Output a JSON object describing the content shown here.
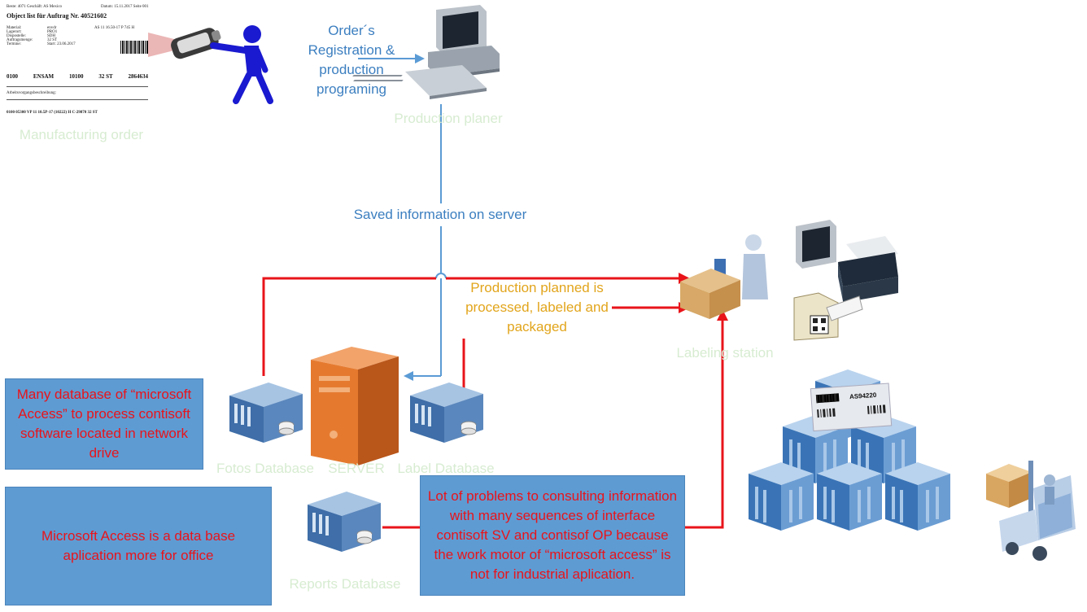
{
  "document": {
    "header_left": "Beste: 4071   Geschäft: AS Mexico",
    "header_right": "Datum: 15.11.2017   Seite 001",
    "title": "Object list   für   Auftrag   Nr. 40521602",
    "fields": [
      "Material:",
      "Lagerort:",
      "Dispostelle:",
      "Auftragsmenge:",
      "Termine:"
    ],
    "values": [
      "envdr",
      "PRO1",
      "SDH",
      "32  ST",
      "Start: 23.06.2017"
    ],
    "ref": "AS 11 16.50-17 P 745 H",
    "op_row": [
      "0100",
      "ENSAM",
      "10100",
      "32  ST",
      "2864634"
    ],
    "section": "Arbeitsvorgangsbeschreibung:",
    "bottom_row": "0100   05300     VP  11  10.5P-17  (10222)  H  C-29870                32  ST"
  },
  "labels": {
    "manufacturing_order": "Manufacturing order",
    "order_registration": "Order´s Registration & production programing",
    "production_planer": "Production planer",
    "saved_info": "Saved information on server",
    "production_planned": "Production planned is processed, labeled and packaged",
    "labeling_station": "Labeling station",
    "fotos_database": "Fotos Database",
    "server": "SERVER",
    "label_database": "Label Database",
    "reports_database": "Reports Database"
  },
  "boxes": {
    "many_database": "Many database of “microsoft Access” to process contisoft software located in network drive",
    "access_office": "Microsoft Access is a data base aplication more for office",
    "problems": "Lot of problems to consulting information with many sequences of interface contisoft SV and contisof OP because the work motor of “microsoft access” is not for industrial aplication."
  },
  "carton_label": "AS94220",
  "colors": {
    "blue_line": "#5b9bd5",
    "red_line": "#e8141a",
    "box_fill": "#5f9bd3",
    "orange_text": "#e2a51c",
    "blue_text": "#3c7fc0"
  }
}
